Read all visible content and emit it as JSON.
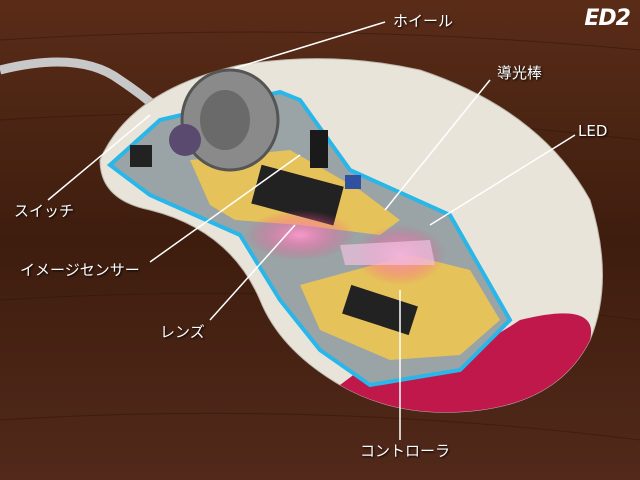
{
  "logo": "ED2",
  "labels": {
    "wheel": "ホイール",
    "light_guide": "導光棒",
    "led": "LED",
    "switch": "スイッチ",
    "image_sensor": "イメージセンサー",
    "lens": "レンズ",
    "controller": "コントローラ"
  }
}
